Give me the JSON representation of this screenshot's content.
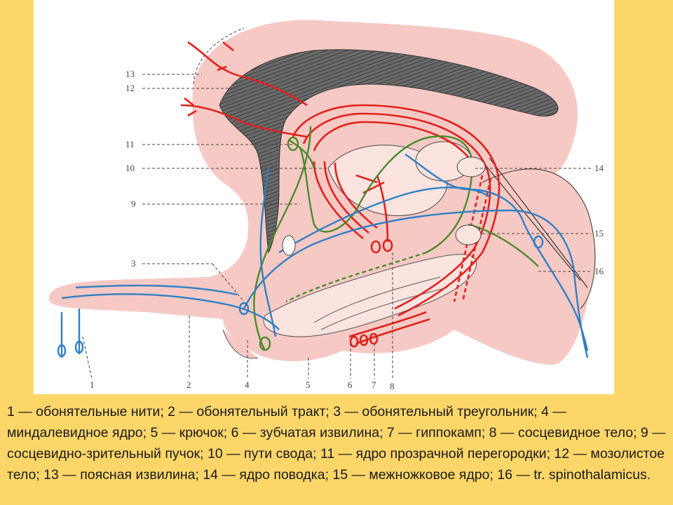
{
  "diagram": {
    "numbers": [
      "1",
      "2",
      "3",
      "4",
      "5",
      "6",
      "7",
      "8",
      "9",
      "10",
      "11",
      "12",
      "13",
      "14",
      "15",
      "16"
    ],
    "colors": {
      "background": "#fdd66a",
      "tissue": "#f6c9c4",
      "red_pathway": "#e0201c",
      "blue_pathway": "#2f7fc4",
      "green_pathway": "#4a8a2a",
      "corpus_callosum": "#555555"
    }
  },
  "caption": "1 — обонятельные нити; 2 — обонятельный тракт; 3 — обонятельный треугольник; 4 — миндалевидное ядро; 5 — крючок; 6 — зубчатая извилина; 7 — гиппокамп; 8 — сосцевидное тело; 9 — сосцевидно-зрительный пучок; 10 — пути свода; 11 — ядро прозрачной перегородки; 12 — мозолистое тело; 13 — поясная извилина; 14 — ядро поводка; 15 — межножковое ядро; 16 — tr. spinothalamicus."
}
